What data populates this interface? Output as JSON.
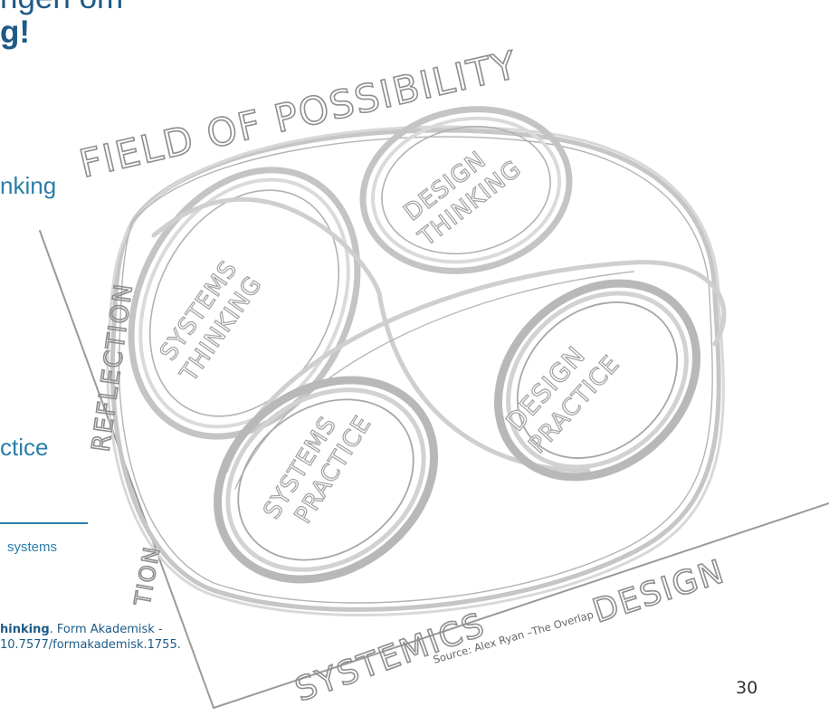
{
  "slide": {
    "title_line1": "ngen om",
    "title_line2": "g!",
    "bullet_thinking": "nking",
    "bullet_practice": "ctice",
    "caption": "systems",
    "reference_line1_bold": "hinking",
    "reference_line1_rest": ". Form Akademisk -",
    "reference_line2": "10.7577/formakademisk.1755.",
    "page_number": "30"
  },
  "diagram": {
    "field_label": "FIELD OF POSSIBILITY",
    "axis_vertical_label": "REFLECTION",
    "axis_left_bottom_label": "TION",
    "axis_bottom_left_label": "SYSTEMICS",
    "axis_bottom_right_label": "DESIGN",
    "ellipses": [
      {
        "line1": "SYSTEMS",
        "line2": "THINKING"
      },
      {
        "line1": "DESIGN",
        "line2": "THINKING"
      },
      {
        "line1": "SYSTEMS",
        "line2": "PRACTICE"
      },
      {
        "line1": "DESIGN",
        "line2": "PRACTICE"
      }
    ],
    "source": "Source: Alex Ryan –The Overlap"
  }
}
